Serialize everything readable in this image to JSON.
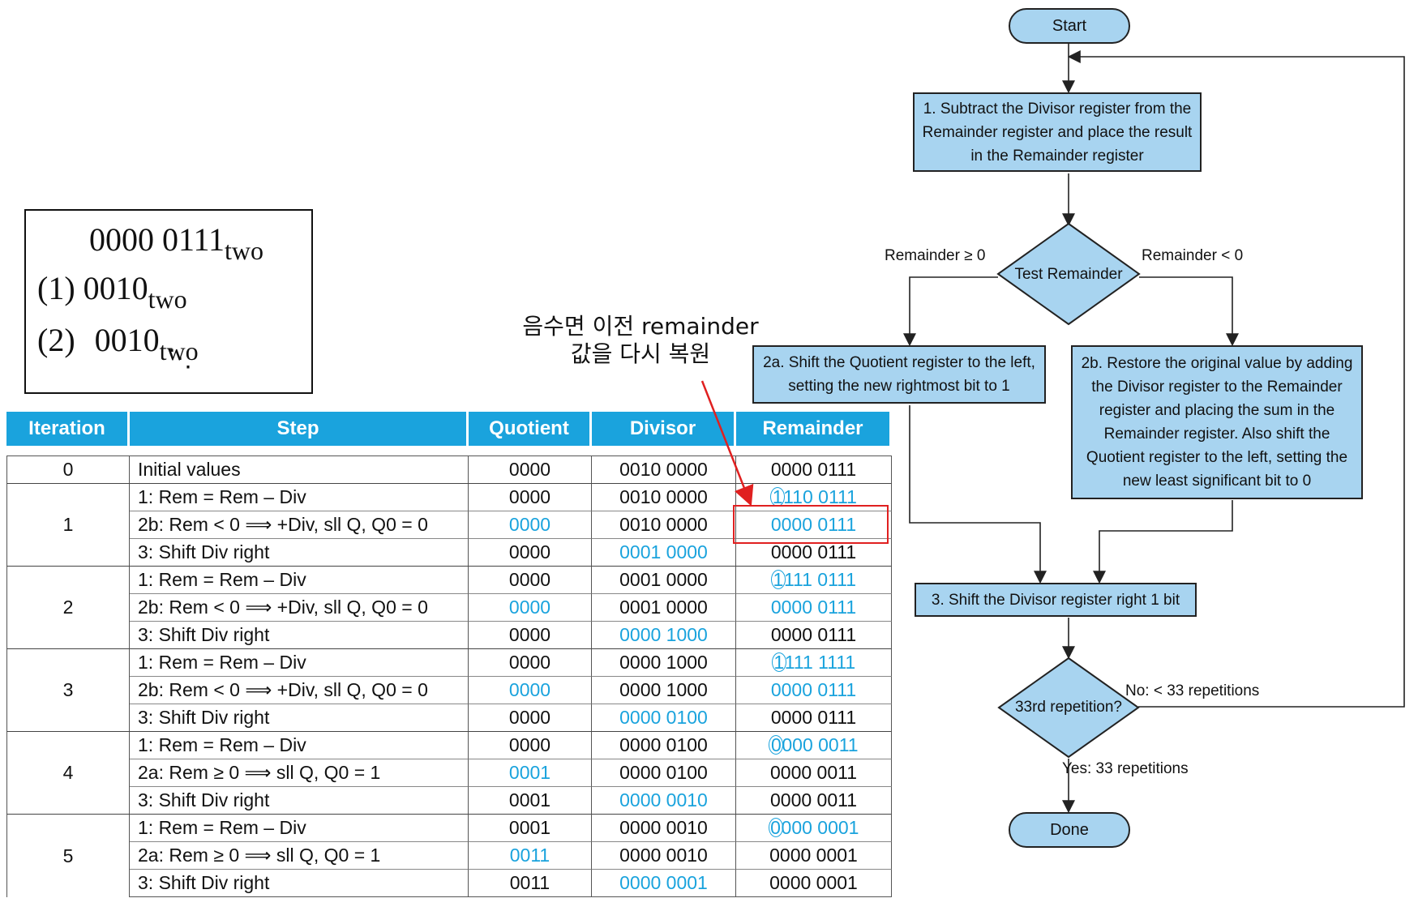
{
  "binary_box": {
    "dividend": "0000 0111",
    "divisor_1_prefix": "(1)",
    "divisor_1": "0010",
    "divisor_2_prefix": "(2)",
    "divisor_2": "0010",
    "subscript": "two",
    "ellipsis": "⋱"
  },
  "note": {
    "line1": "음수면 이전 remainder",
    "line2": "값을 다시 복원"
  },
  "table": {
    "headers": [
      "Iteration",
      "Step",
      "Quotient",
      "Divisor",
      "Remainder"
    ],
    "rows": [
      {
        "iteration": "0",
        "step": "Initial values",
        "quotient": "0000",
        "divisor": "0010 0000",
        "remainder": "0000 0111"
      },
      {
        "iteration": "1",
        "step": "1:  Rem = Rem – Div",
        "quotient": "0000",
        "divisor": "0010 0000",
        "remainder_lead": "1",
        "remainder": "110 0111"
      },
      {
        "iteration": "",
        "step": "2b:  Rem < 0 ⟹ +Div, sll Q, Q0 = 0",
        "quotient": "0000",
        "divisor": "0010 0000",
        "remainder": "0000 0111"
      },
      {
        "iteration": "",
        "step": "3:  Shift Div right",
        "quotient": "0000",
        "divisor": "0001 0000",
        "remainder": "0000 0111"
      },
      {
        "iteration": "2",
        "step": "1:  Rem = Rem – Div",
        "quotient": "0000",
        "divisor": "0001 0000",
        "remainder_lead": "1",
        "remainder": "111 0111"
      },
      {
        "iteration": "",
        "step": "2b:  Rem < 0 ⟹ +Div, sll Q, Q0 = 0",
        "quotient": "0000",
        "divisor": "0001 0000",
        "remainder": "0000 0111"
      },
      {
        "iteration": "",
        "step": "3:  Shift Div right",
        "quotient": "0000",
        "divisor": "0000 1000",
        "remainder": "0000 0111"
      },
      {
        "iteration": "3",
        "step": "1:  Rem = Rem – Div",
        "quotient": "0000",
        "divisor": "0000 1000",
        "remainder_lead": "1",
        "remainder": "111 1111"
      },
      {
        "iteration": "",
        "step": "2b:  Rem < 0 ⟹ +Div, sll Q, Q0 = 0",
        "quotient": "0000",
        "divisor": "0000 1000",
        "remainder": "0000 0111"
      },
      {
        "iteration": "",
        "step": "3:  Shift Div right",
        "quotient": "0000",
        "divisor": "0000 0100",
        "remainder": "0000 0111"
      },
      {
        "iteration": "4",
        "step": "1:  Rem = Rem – Div",
        "quotient": "0000",
        "divisor": "0000 0100",
        "remainder_lead": "0",
        "remainder": "000 0011"
      },
      {
        "iteration": "",
        "step": "2a:  Rem ≥ 0 ⟹ sll Q, Q0 = 1",
        "quotient": "0001",
        "divisor": "0000 0100",
        "remainder": "0000 0011"
      },
      {
        "iteration": "",
        "step": "3:  Shift Div right",
        "quotient": "0001",
        "divisor": "0000 0010",
        "remainder": "0000 0011"
      },
      {
        "iteration": "5",
        "step": "1:  Rem = Rem – Div",
        "quotient": "0001",
        "divisor": "0000 0010",
        "remainder_lead": "0",
        "remainder": "000 0001"
      },
      {
        "iteration": "",
        "step": "2a:  Rem ≥ 0 ⟹ sll Q, Q0 = 1",
        "quotient": "0011",
        "divisor": "0000 0010",
        "remainder": "0000 0001"
      },
      {
        "iteration": "",
        "step": "3:  Shift Div right",
        "quotient": "0011",
        "divisor": "0000 0001",
        "remainder": "0000 0001"
      }
    ],
    "highlight_color": "#1aa3dd",
    "header_color": "#1aa3dd"
  },
  "flowchart": {
    "start": "Start",
    "step1": "1.  Subtract the Divisor register from the Remainder register and place the result in the Remainder register",
    "test": "Test Remainder",
    "label_ge": "Remainder ≥ 0",
    "label_lt": "Remainder < 0",
    "step2a": "2a.  Shift the Quotient register to the left, setting the new rightmost bit to 1",
    "step2b": "2b.  Restore the original value by adding the Divisor register to the Remainder register and placing the sum in the Remainder register. Also shift the Quotient register to the left, setting the new least significant bit to 0",
    "step3": "3.  Shift the Divisor register right 1 bit",
    "repeat": "33rd repetition?",
    "label_no": "No: < 33 repetitions",
    "label_yes": "Yes: 33 repetitions",
    "done": "Done",
    "box_color": "#a8d4f0"
  }
}
